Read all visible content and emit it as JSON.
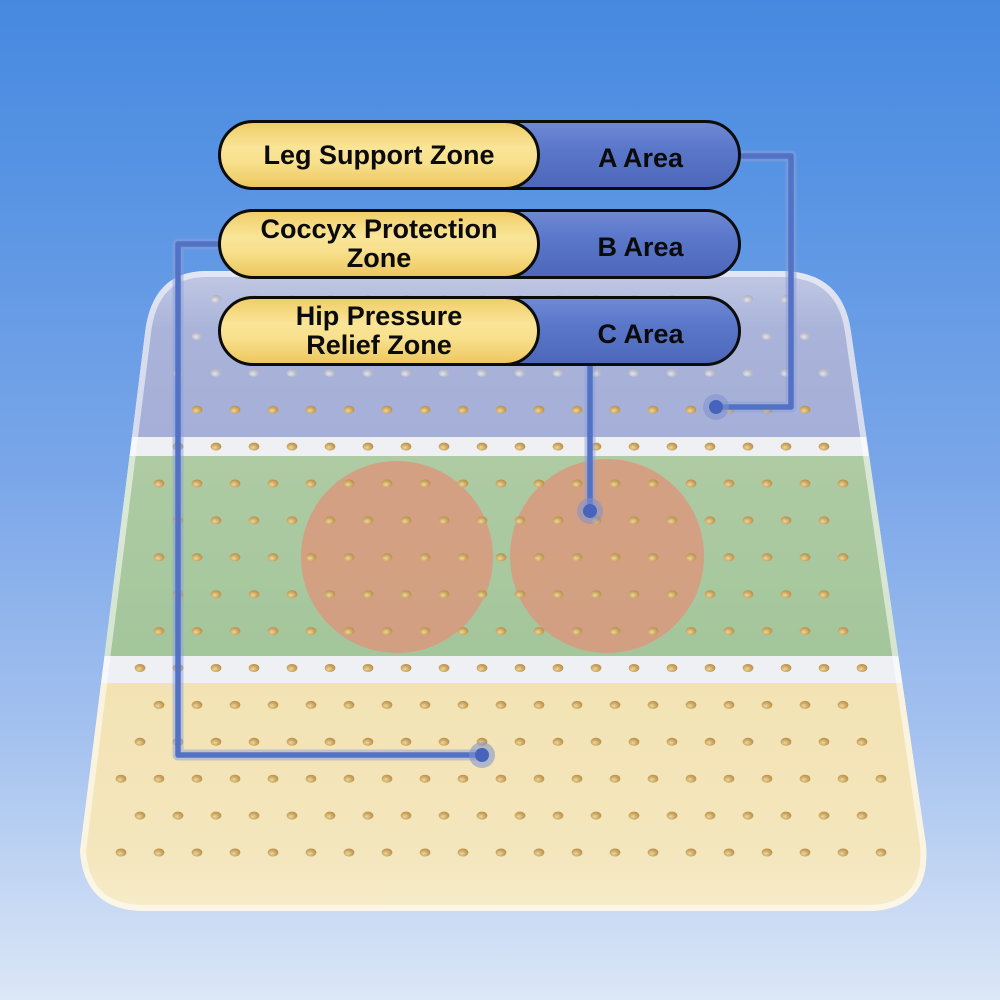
{
  "labels": [
    {
      "zone": "Leg Support Zone",
      "area": "A Area"
    },
    {
      "zone": "Coccyx Protection Zone",
      "area": "B Area"
    },
    {
      "zone": "Hip Pressure Relief Zone",
      "area": "C Area"
    }
  ],
  "colors": {
    "background_top": "#4689e0",
    "background_bottom": "#dce7f7",
    "pill_yellow": "#f7db81",
    "pill_blue": "#5a76c8",
    "pill_outline": "#0c0c0c",
    "cushion_base_white": "#eef0f4",
    "zone_a_blue": "#aab4da",
    "zone_b_green": "#a9caa0",
    "zone_c_cream": "#f4e5bb",
    "pressure_circle_salmon": "#d89f85",
    "connector_blue": "#5372c5",
    "perforation_tan": "#cda45f",
    "perforation_gray": "#c2c3d0"
  }
}
